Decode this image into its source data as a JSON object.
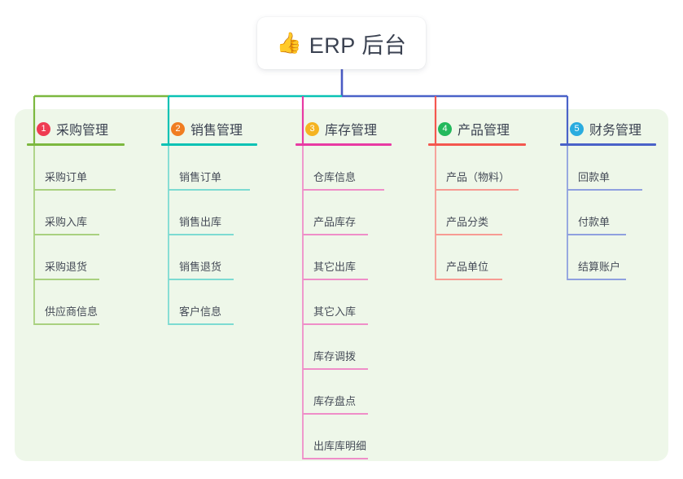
{
  "diagram": {
    "type": "mindmap",
    "background_color": "#eef7e9",
    "page_background": "#ffffff",
    "root": {
      "icon": "thumbs-up-icon",
      "icon_glyph": "👍",
      "label": "ERP 后台",
      "stem_color": "#4a5bc4"
    },
    "branches": [
      {
        "number": "1",
        "badge_color": "#ef3b52",
        "line_color": "#7cb83f",
        "leaf_line_color": "#a9d17f",
        "title": "采购管理",
        "children": [
          {
            "label": "采购订单"
          },
          {
            "label": "采购入库"
          },
          {
            "label": "采购退货"
          },
          {
            "label": "供应商信息"
          }
        ]
      },
      {
        "number": "2",
        "badge_color": "#f07d22",
        "line_color": "#09c2b4",
        "leaf_line_color": "#7ddbd2",
        "title": "销售管理",
        "children": [
          {
            "label": "销售订单"
          },
          {
            "label": "销售出库"
          },
          {
            "label": "销售退货"
          },
          {
            "label": "客户信息"
          }
        ]
      },
      {
        "number": "3",
        "badge_color": "#f5b321",
        "line_color": "#e83aa3",
        "leaf_line_color": "#ef8ec8",
        "title": "库存管理",
        "children": [
          {
            "label": "仓库信息"
          },
          {
            "label": "产品库存"
          },
          {
            "label": "其它出库"
          },
          {
            "label": "其它入库"
          },
          {
            "label": "库存调拨"
          },
          {
            "label": "库存盘点"
          },
          {
            "label": "出库库明细"
          }
        ]
      },
      {
        "number": "4",
        "badge_color": "#23b95c",
        "line_color": "#f4574f",
        "leaf_line_color": "#f79b93",
        "title": "产品管理",
        "children": [
          {
            "label": "产品（物料）"
          },
          {
            "label": "产品分类"
          },
          {
            "label": "产品单位"
          }
        ]
      },
      {
        "number": "5",
        "badge_color": "#2aacdf",
        "line_color": "#4a62c8",
        "leaf_line_color": "#8fa0df",
        "title": "财务管理",
        "children": [
          {
            "label": "回款单"
          },
          {
            "label": "付款单"
          },
          {
            "label": "结算账户"
          }
        ]
      }
    ]
  }
}
